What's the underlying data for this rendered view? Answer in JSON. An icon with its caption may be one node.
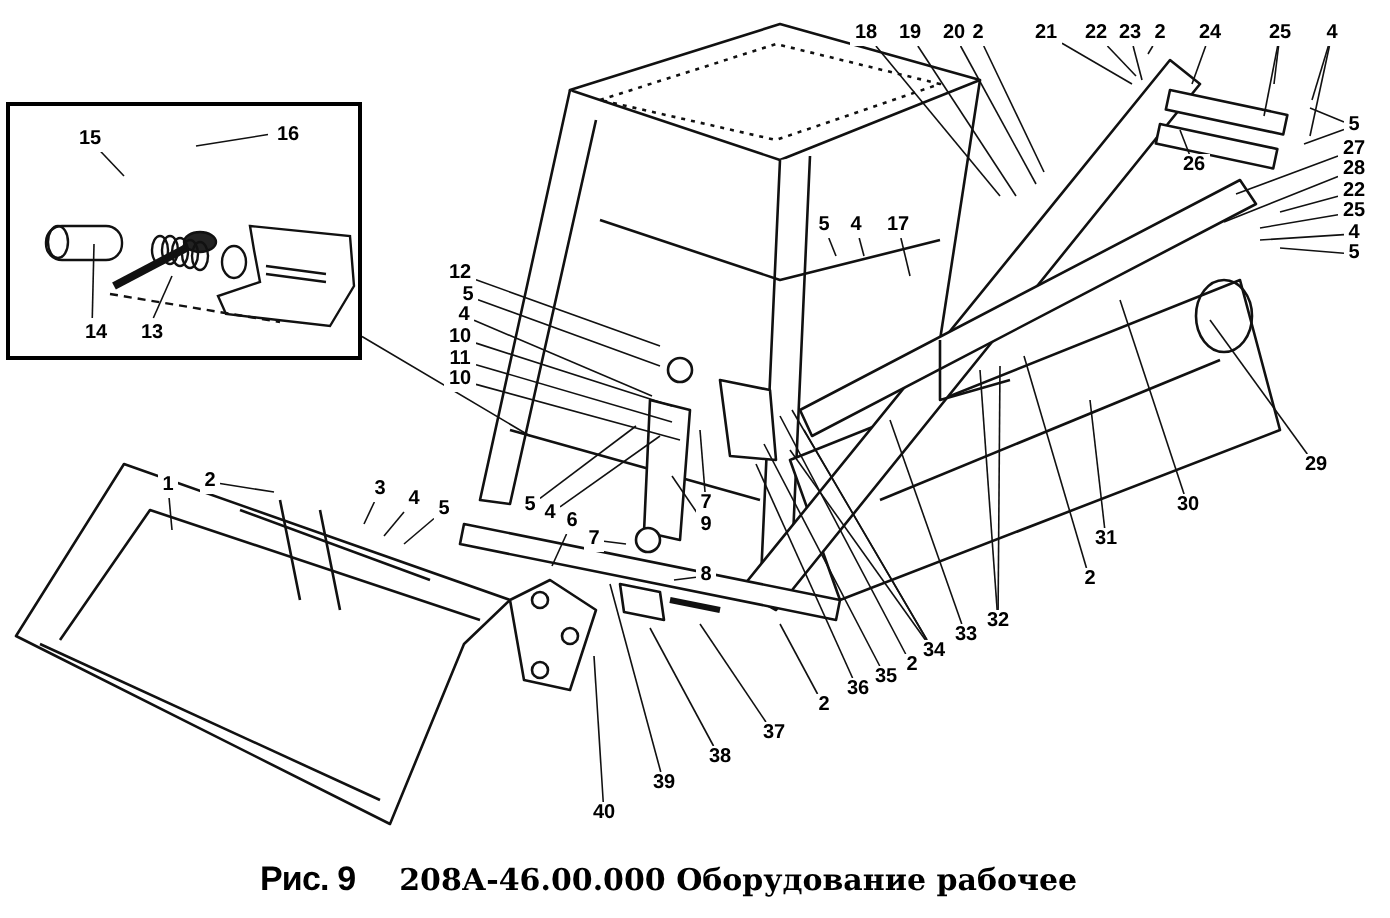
{
  "diagram": {
    "caption": "208А-46.00.000 Оборудование рабочее",
    "nodes": [
      {
        "text": [],
        "shape": "box"
      },
      {
        "text": [
          "15"
        ],
        "in": 0
      },
      {
        "text": [
          "16"
        ],
        "in": 0
      },
      {
        "text": [
          "14"
        ],
        "in": 0
      },
      {
        "text": [
          "13"
        ],
        "in": 0
      },
      {
        "text": [
          "18"
        ]
      },
      {
        "text": [
          "19"
        ]
      },
      {
        "text": [
          "20"
        ]
      },
      {
        "text": [
          "2"
        ]
      },
      {
        "text": [
          "21"
        ]
      },
      {
        "text": [
          "22"
        ]
      },
      {
        "text": [
          "23"
        ]
      },
      {
        "text": [
          "2"
        ]
      },
      {
        "text": [
          "24"
        ]
      },
      {
        "text": [
          "25"
        ]
      },
      {
        "text": [
          "4"
        ]
      },
      {
        "text": [
          "5"
        ]
      },
      {
        "text": [
          "26"
        ]
      },
      {
        "text": [
          "27"
        ]
      },
      {
        "text": [
          "28"
        ]
      },
      {
        "text": [
          "22"
        ]
      },
      {
        "text": [
          "25"
        ]
      },
      {
        "text": [
          "4"
        ]
      },
      {
        "text": [
          "5"
        ]
      },
      {
        "text": [
          "5"
        ]
      },
      {
        "text": [
          "4"
        ]
      },
      {
        "text": [
          "17"
        ]
      },
      {
        "text": [
          "12"
        ]
      },
      {
        "text": [
          "5"
        ]
      },
      {
        "text": [
          "4"
        ]
      },
      {
        "text": [
          "10"
        ]
      },
      {
        "text": [
          "11"
        ]
      },
      {
        "text": [
          "10"
        ]
      },
      {
        "text": [
          "1"
        ]
      },
      {
        "text": [
          "2"
        ]
      },
      {
        "text": [
          "3"
        ]
      },
      {
        "text": [
          "4"
        ]
      },
      {
        "text": [
          "5"
        ]
      },
      {
        "text": [
          "5"
        ]
      },
      {
        "text": [
          "4"
        ]
      },
      {
        "text": [
          "6"
        ]
      },
      {
        "text": [
          "7"
        ]
      },
      {
        "text": [
          "7"
        ]
      },
      {
        "text": [
          "9"
        ]
      },
      {
        "text": [
          "8"
        ]
      },
      {
        "text": [
          "29"
        ]
      },
      {
        "text": [
          "30"
        ]
      },
      {
        "text": [
          "31"
        ]
      },
      {
        "text": [
          "2"
        ]
      },
      {
        "text": [
          "32"
        ]
      },
      {
        "text": [
          "33"
        ]
      },
      {
        "text": [
          "34"
        ]
      },
      {
        "text": [
          "2"
        ]
      },
      {
        "text": [
          "35"
        ]
      },
      {
        "text": [
          "36"
        ]
      },
      {
        "text": [
          "2"
        ]
      },
      {
        "text": [
          "37"
        ]
      },
      {
        "text": [
          "38"
        ]
      },
      {
        "text": [
          "39"
        ]
      },
      {
        "text": [
          "40"
        ]
      }
    ],
    "edges": [
      {
        "from": 0,
        "to": null,
        "arrow": "none"
      },
      {
        "from": 1,
        "to": null,
        "arrow": "none"
      },
      {
        "from": 2,
        "to": null,
        "arrow": "none"
      },
      {
        "from": 3,
        "to": null,
        "arrow": "none"
      },
      {
        "from": 4,
        "to": null,
        "arrow": "none"
      },
      {
        "from": 5,
        "to": null,
        "arrow": "none"
      },
      {
        "from": 6,
        "to": null,
        "arrow": "none"
      },
      {
        "from": 7,
        "to": null,
        "arrow": "none"
      },
      {
        "from": 8,
        "to": null,
        "arrow": "none"
      },
      {
        "from": 9,
        "to": null,
        "arrow": "none"
      },
      {
        "from": 10,
        "to": null,
        "arrow": "none"
      },
      {
        "from": 11,
        "to": null,
        "arrow": "none"
      },
      {
        "from": 12,
        "to": null,
        "arrow": "none"
      },
      {
        "from": 13,
        "to": null,
        "arrow": "none"
      },
      {
        "from": 14,
        "to": null,
        "arrow": "none"
      },
      {
        "from": 14,
        "to": null,
        "arrow": "none"
      },
      {
        "from": 15,
        "to": null,
        "arrow": "none"
      },
      {
        "from": 15,
        "to": null,
        "arrow": "none"
      },
      {
        "from": 16,
        "to": null,
        "arrow": "none"
      },
      {
        "from": 16,
        "to": null,
        "arrow": "none"
      },
      {
        "from": 17,
        "to": null,
        "arrow": "none"
      },
      {
        "from": 18,
        "to": null,
        "arrow": "none"
      },
      {
        "from": 19,
        "to": null,
        "arrow": "none"
      },
      {
        "from": 20,
        "to": null,
        "arrow": "none"
      },
      {
        "from": 21,
        "to": null,
        "arrow": "none"
      },
      {
        "from": 22,
        "to": null,
        "arrow": "none"
      },
      {
        "from": 23,
        "to": null,
        "arrow": "none"
      },
      {
        "from": 24,
        "to": null,
        "arrow": "none"
      },
      {
        "from": 25,
        "to": null,
        "arrow": "none"
      },
      {
        "from": 26,
        "to": null,
        "arrow": "none"
      },
      {
        "from": 27,
        "to": null,
        "arrow": "none"
      },
      {
        "from": 28,
        "to": null,
        "arrow": "none"
      },
      {
        "from": 29,
        "to": null,
        "arrow": "none"
      },
      {
        "from": 30,
        "to": null,
        "arrow": "none"
      },
      {
        "from": 31,
        "to": null,
        "arrow": "none"
      },
      {
        "from": 32,
        "to": null,
        "arrow": "none"
      },
      {
        "from": 33,
        "to": null,
        "arrow": "none"
      },
      {
        "from": 34,
        "to": null,
        "arrow": "none"
      },
      {
        "from": 35,
        "to": null,
        "arrow": "none"
      },
      {
        "from": 36,
        "to": null,
        "arrow": "none"
      },
      {
        "from": 37,
        "to": null,
        "arrow": "none"
      },
      {
        "from": 38,
        "to": null,
        "arrow": "none"
      },
      {
        "from": 39,
        "to": null,
        "arrow": "none"
      },
      {
        "from": 40,
        "to": null,
        "arrow": "none"
      },
      {
        "from": 41,
        "to": null,
        "arrow": "none"
      },
      {
        "from": 42,
        "to": null,
        "arrow": "none"
      },
      {
        "from": 43,
        "to": null,
        "arrow": "none"
      },
      {
        "from": 44,
        "to": null,
        "arrow": "none"
      },
      {
        "from": 45,
        "to": null,
        "arrow": "none"
      },
      {
        "from": 46,
        "to": null,
        "arrow": "none"
      },
      {
        "from": 47,
        "to": null,
        "arrow": "none"
      },
      {
        "from": 48,
        "to": null,
        "arrow": "none"
      },
      {
        "from": 49,
        "to": null,
        "arrow": "none"
      },
      {
        "from": 49,
        "to": null,
        "arrow": "none"
      },
      {
        "from": 50,
        "to": null,
        "arrow": "none"
      },
      {
        "from": 51,
        "to": null,
        "arrow": "none"
      },
      {
        "from": 51,
        "to": null,
        "arrow": "none"
      },
      {
        "from": 51,
        "to": null,
        "arrow": "none"
      },
      {
        "from": 52,
        "to": null,
        "arrow": "none"
      },
      {
        "from": 53,
        "to": null,
        "arrow": "none"
      },
      {
        "from": 54,
        "to": null,
        "arrow": "none"
      },
      {
        "from": 55,
        "to": null,
        "arrow": "none"
      },
      {
        "from": 56,
        "to": null,
        "arrow": "none"
      },
      {
        "from": 57,
        "to": null,
        "arrow": "none"
      },
      {
        "from": 58,
        "to": null,
        "arrow": "none"
      },
      {
        "from": 59,
        "to": null,
        "arrow": "none"
      }
    ],
    "labels": [
      "Рис. 9"
    ]
  }
}
